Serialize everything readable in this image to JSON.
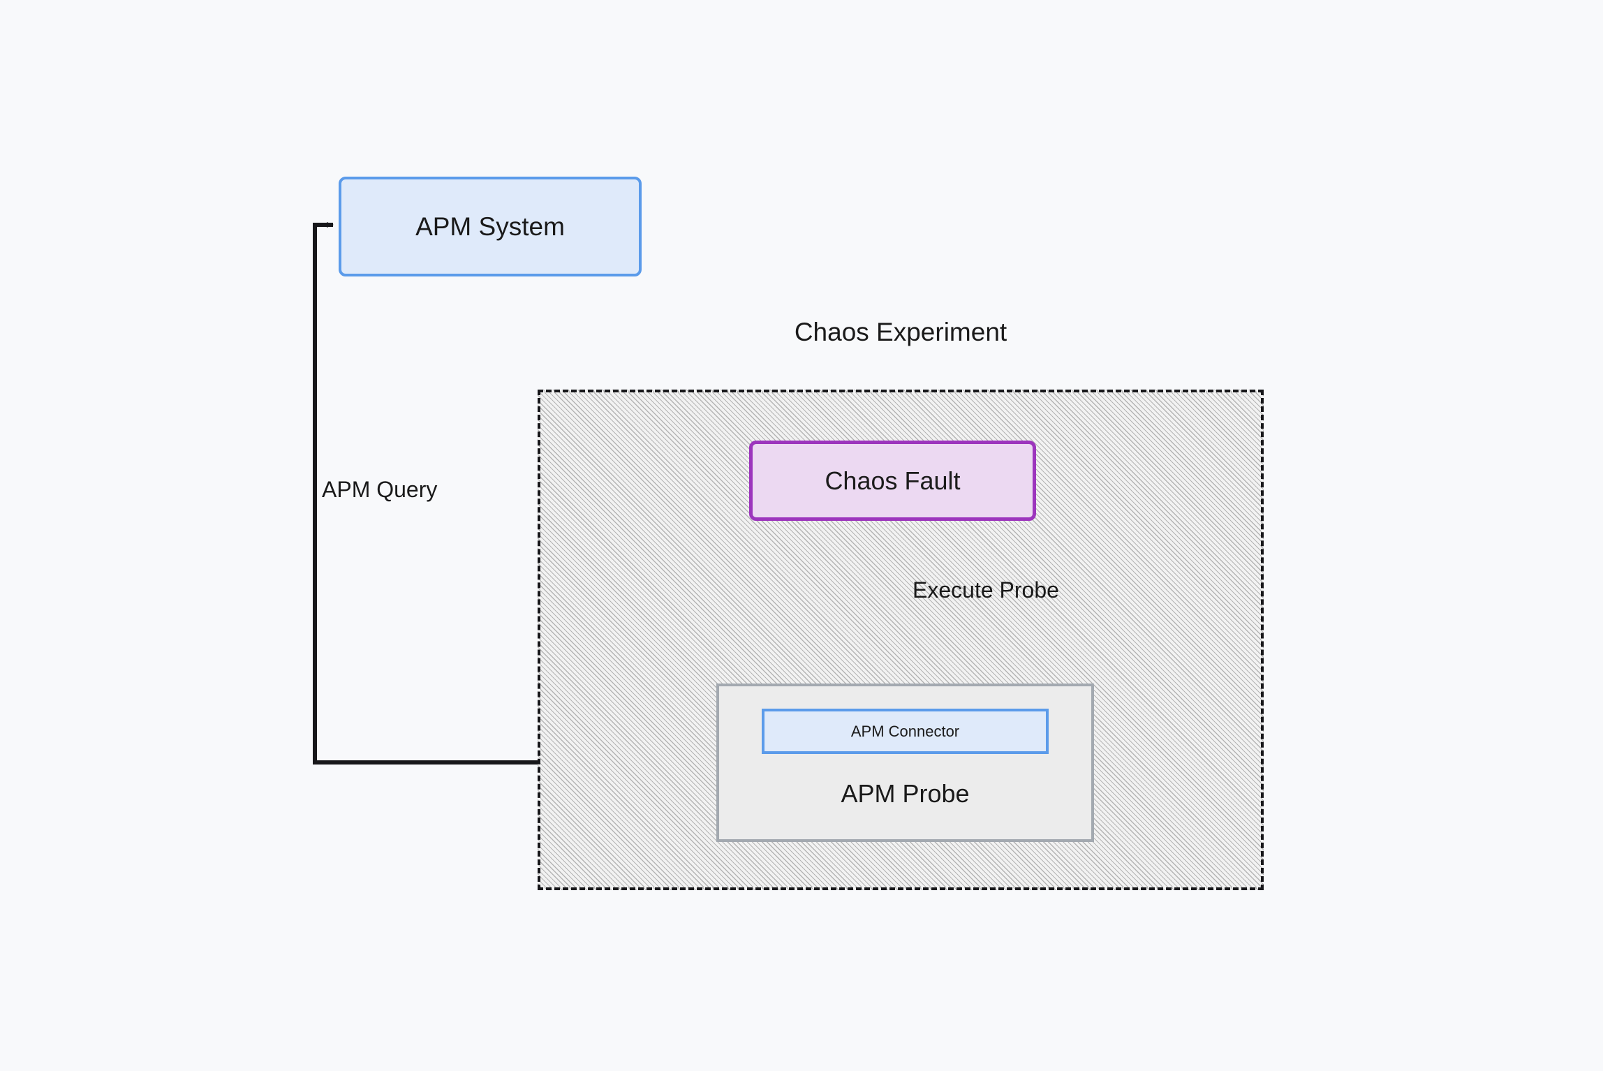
{
  "diagram": {
    "title": "Chaos Experiment",
    "background_color": "#f8f9fb",
    "nodes": {
      "apm_system": {
        "label": "APM System",
        "fill": "#dfeafa",
        "stroke": "#5b9bea"
      },
      "chaos_fault": {
        "label": "Chaos Fault",
        "fill": "#ecd9f2",
        "stroke": "#9c35bd"
      },
      "apm_probe": {
        "label": "APM Probe",
        "fill": "#ececec",
        "stroke": "#a3a9b0"
      },
      "apm_connector": {
        "label": "APM Connector",
        "fill": "#dfeafa",
        "stroke": "#5b9bea"
      },
      "chaos_experiment": {
        "label": "Chaos Experiment",
        "stroke": "#17171a",
        "style": "dashed-hatched"
      }
    },
    "edges": [
      {
        "id": "apm-query-edge",
        "label": "APM Query",
        "from": "apm_probe",
        "to": "apm_system",
        "color": "#17171a"
      },
      {
        "id": "execute-probe-edge",
        "label": "Execute Probe",
        "from": "chaos_fault",
        "to": "apm_probe",
        "color": "#17171a"
      }
    ]
  }
}
